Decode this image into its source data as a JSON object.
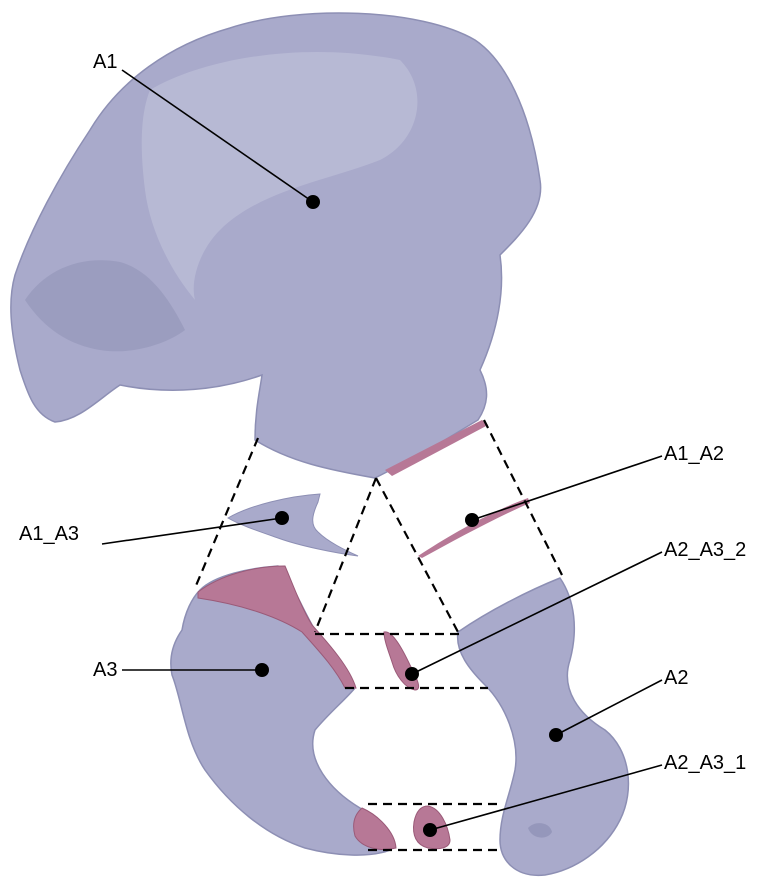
{
  "colors": {
    "bone": "#a9aacb",
    "bone_shadow": "#8d8fb4",
    "bone_highlight": "#c3c4dc",
    "interface": "#b77896",
    "interface_dark": "#9a5a78",
    "line": "#000000"
  },
  "labels": {
    "a1": "A1",
    "a1_a2": "A1_A2",
    "a1_a3": "A1_A3",
    "a2_a3_2": "A2_A3_2",
    "a3": "A3",
    "a2": "A2",
    "a2_a3_1": "A2_A3_1"
  }
}
